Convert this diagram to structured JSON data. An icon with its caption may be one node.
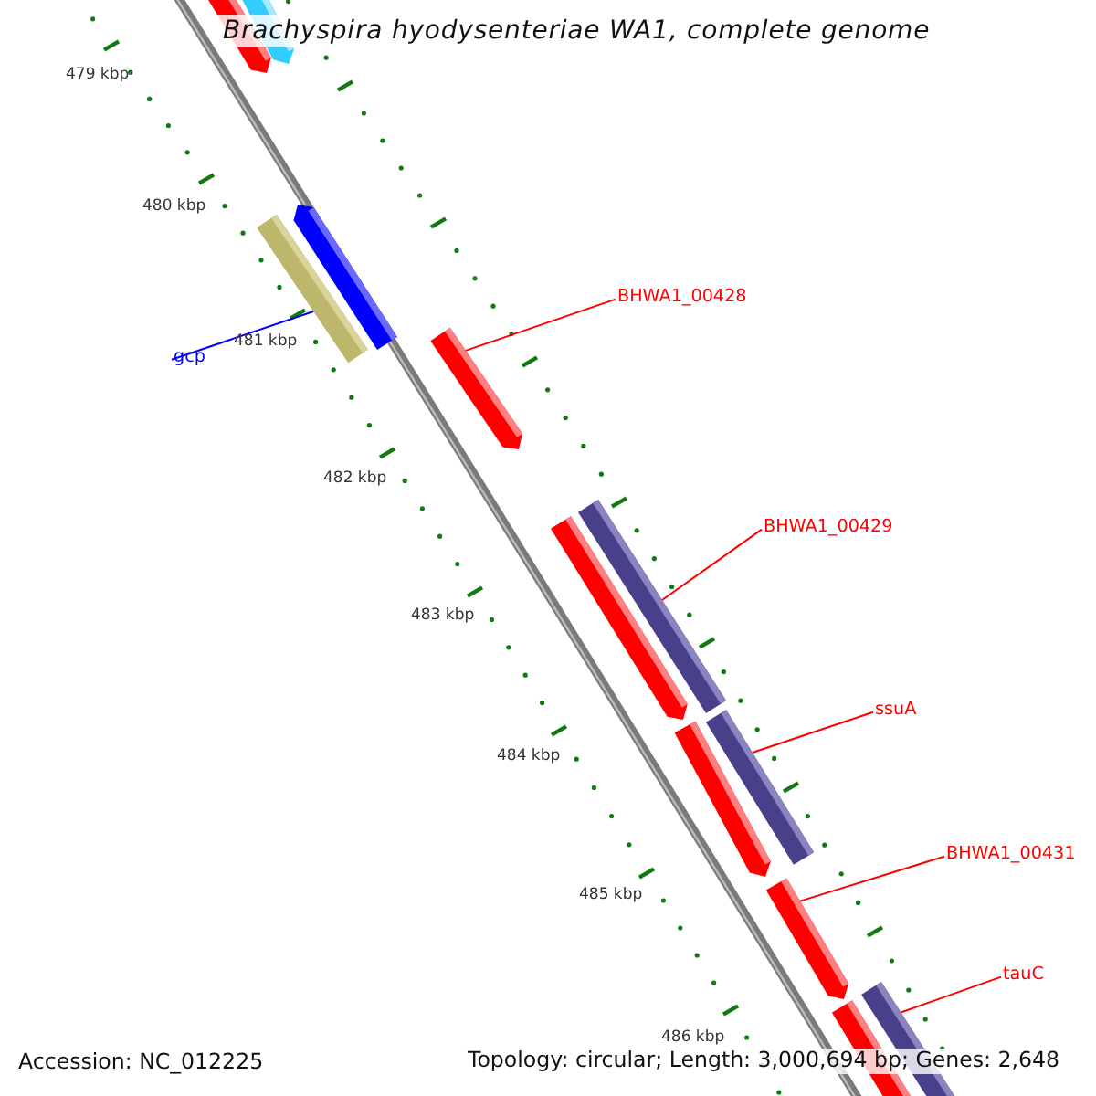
{
  "diagram": {
    "title": "Brachyspira hyodysenteriae WA1, complete genome",
    "nodes": [
      {
        "text": [],
        "shape": "bar"
      },
      {
        "text": [],
        "shape": "bar"
      },
      {
        "text": [],
        "shape": "bar"
      },
      {
        "text": [],
        "shape": "bar"
      },
      {
        "text": [],
        "shape": "bar"
      },
      {
        "text": [],
        "shape": "bar"
      },
      {
        "text": [],
        "shape": "bar"
      },
      {
        "text": [],
        "shape": "bar"
      },
      {
        "text": [],
        "shape": "bar"
      },
      {
        "text": [],
        "shape": "bar"
      },
      {
        "text": [],
        "shape": "bar"
      },
      {
        "text": [],
        "shape": "bar"
      },
      {
        "text": [
          "gcp"
        ]
      },
      {
        "text": [
          "BHWA1_00428"
        ]
      },
      {
        "text": [
          "BHWA1_00429"
        ]
      },
      {
        "text": [
          "ssuA"
        ]
      },
      {
        "text": [
          "BHWA1_00431"
        ]
      },
      {
        "text": [
          "tauC"
        ]
      }
    ],
    "edges": [
      {
        "from": 12,
        "to": 3,
        "arrow": "none",
        "color": "#0000ff"
      },
      {
        "from": 13,
        "to": 4,
        "arrow": "none"
      },
      {
        "from": 14,
        "to": 6,
        "arrow": "none"
      },
      {
        "from": 15,
        "to": 8,
        "arrow": "none"
      },
      {
        "from": 16,
        "to": 9,
        "arrow": "none"
      },
      {
        "from": 17,
        "to": 10,
        "arrow": "none"
      }
    ],
    "labels": [
      "479 kbp",
      "480 kbp",
      "481 kbp",
      "482 kbp",
      "483 kbp",
      "484 kbp",
      "485 kbp",
      "486 kbp",
      "Accession: NC_012225",
      "Topology: circular; Length: 3,000,694 bp; Genes: 2,648"
    ]
  }
}
